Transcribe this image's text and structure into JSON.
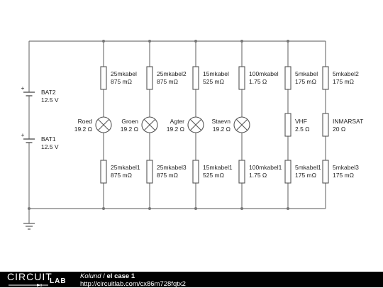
{
  "circuit": {
    "batteries": [
      {
        "name": "BAT2",
        "value": "12.5 V"
      },
      {
        "name": "BAT1",
        "value": "12.5 V"
      }
    ],
    "plus_sign": "+",
    "branches": [
      {
        "top_name": "25mkabel",
        "top_value": "875 mΩ",
        "mid_name": "Roed",
        "mid_value": "19.2 Ω",
        "mid_type": "lamp",
        "bot_name": "25mkabel1",
        "bot_value": "875 mΩ"
      },
      {
        "top_name": "25mkabel2",
        "top_value": "875 mΩ",
        "mid_name": "Groen",
        "mid_value": "19.2 Ω",
        "mid_type": "lamp",
        "bot_name": "25mkabel3",
        "bot_value": "875 mΩ"
      },
      {
        "top_name": "15mkabel",
        "top_value": "525 mΩ",
        "mid_name": "Agter",
        "mid_value": "19.2 Ω",
        "mid_type": "lamp",
        "bot_name": "15mkabel1",
        "bot_value": "525 mΩ"
      },
      {
        "top_name": "100mkabel",
        "top_value": "1.75 Ω",
        "mid_name": "Staevn",
        "mid_value": "19.2 Ω",
        "mid_type": "lamp",
        "bot_name": "100mkabel1",
        "bot_value": "1.75 Ω"
      },
      {
        "top_name": "5mkabel",
        "top_value": "175 mΩ",
        "mid_name": "VHF",
        "mid_value": "2.5 Ω",
        "mid_type": "resistor",
        "bot_name": "5mkabel1",
        "bot_value": "175 mΩ"
      },
      {
        "top_name": "5mkabel2",
        "top_value": "175 mΩ",
        "mid_name": "INMARSAT",
        "mid_value": "20 Ω",
        "mid_type": "resistor",
        "bot_name": "5mkabel3",
        "bot_value": "175 mΩ"
      }
    ]
  },
  "footer": {
    "logo_top": "CIRCUIT",
    "logo_bottom": "LAB",
    "author": "Kolund",
    "separator": " / ",
    "title": "el case 1",
    "url": "http://circuitlab.com/cx86m728fqtx2"
  }
}
